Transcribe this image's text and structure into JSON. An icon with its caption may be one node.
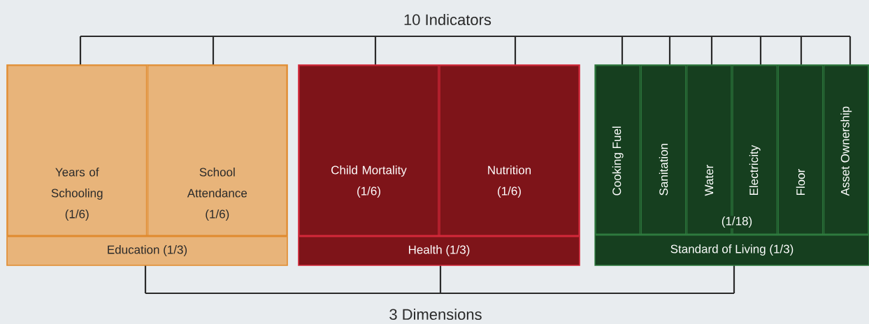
{
  "diagram": {
    "nodes": [
      {
        "text": [
          "Education (1/3)"
        ]
      },
      {
        "text": [
          "Years of Schooling",
          "(1/6)"
        ],
        "in": 0
      },
      {
        "text": [
          "School Attendance",
          "(1/6)"
        ],
        "in": 0
      },
      {
        "text": [
          "Health (1/3)"
        ]
      },
      {
        "text": [
          "Child Mortality",
          "(1/6)"
        ],
        "in": 3
      },
      {
        "text": [
          "Nutrition",
          "(1/6)"
        ],
        "in": 3
      },
      {
        "text": [
          "Standard of Living (1/3)"
        ]
      },
      {
        "text": [
          "Cooking Fuel"
        ],
        "in": 6
      },
      {
        "text": [
          "Sanitation"
        ],
        "in": 6
      },
      {
        "text": [
          "Water"
        ],
        "in": 6
      },
      {
        "text": [
          "Electricity"
        ],
        "in": 6
      },
      {
        "text": [
          "Floor"
        ],
        "in": 6
      },
      {
        "text": [
          "Asset Ownership"
        ],
        "in": 6
      }
    ],
    "labels": [
      "10 Indicators",
      "(1/18)",
      "3 Dimensions"
    ]
  }
}
